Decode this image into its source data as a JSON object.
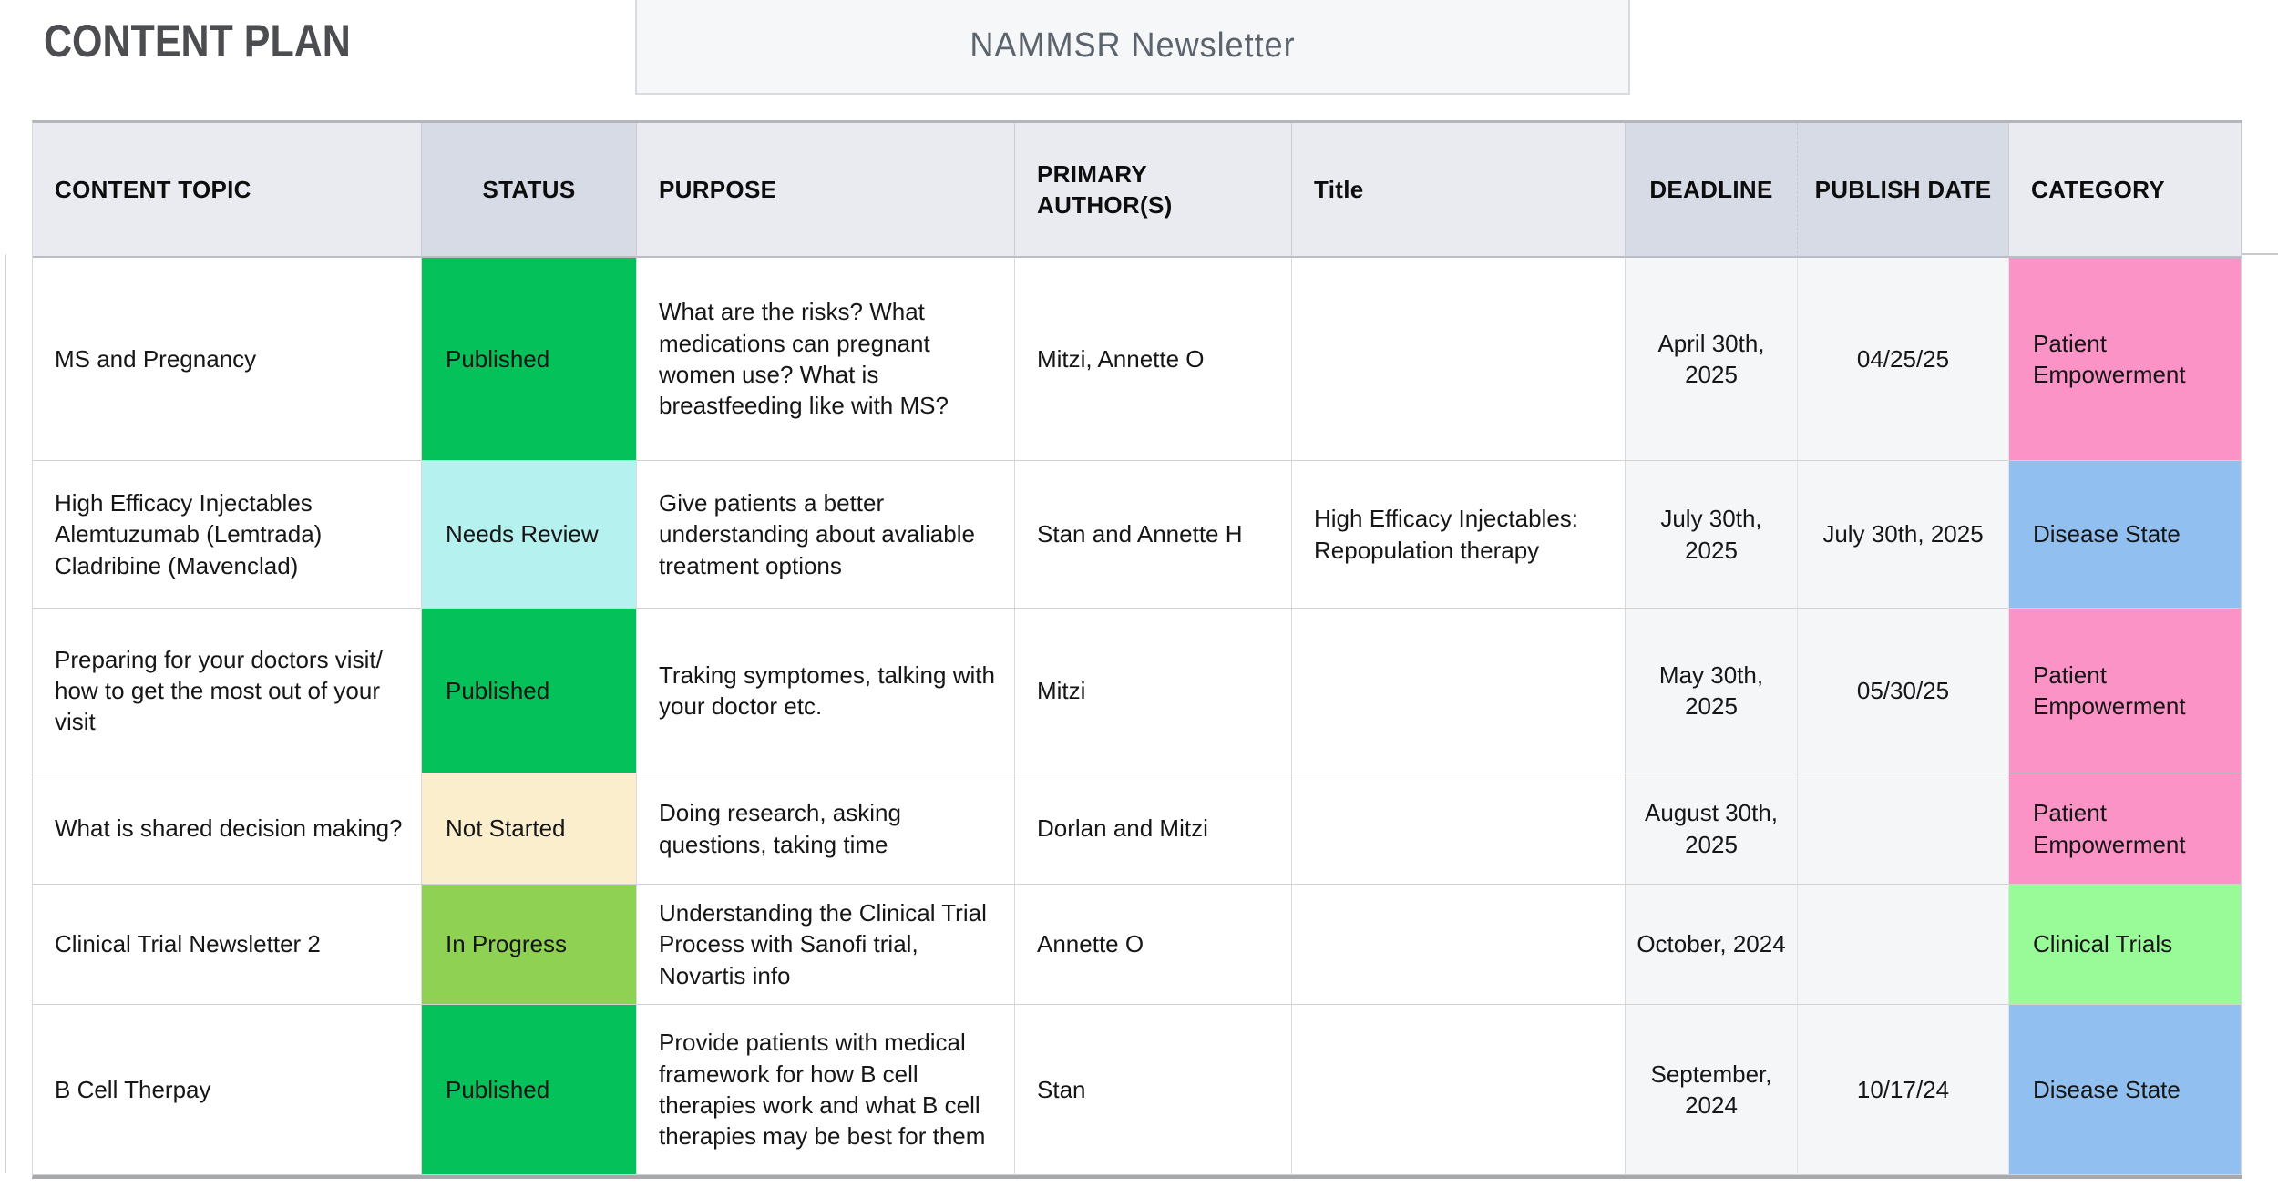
{
  "page": {
    "title": "CONTENT PLAN",
    "newsletter_label": "NAMMSR Newsletter"
  },
  "colors": {
    "header_light": "#e9ebf1",
    "header_dark": "#d6dbe5",
    "date_cell_bg": "#f5f6f8",
    "status_published": "#04c159",
    "status_in_progress": "#8ed153",
    "status_needs_review": "#b5f1ee",
    "status_not_started": "#fbeecd",
    "category_patient_empowerment": "#fc93c6",
    "category_disease_state": "#90bff0",
    "category_clinical_trials": "#98fb98"
  },
  "table": {
    "columns": [
      "CONTENT TOPIC",
      "STATUS",
      "PURPOSE",
      "PRIMARY AUTHOR(S)",
      "Title",
      "DEADLINE",
      "PUBLISH DATE",
      "CATEGORY"
    ],
    "rows": [
      {
        "topic": "MS and Pregnancy",
        "status": "Published",
        "status_color": "#04c159",
        "purpose": "What are the risks? What medications can pregnant women use? What is breastfeeding like with MS?",
        "authors": "Mitzi, Annette O",
        "title": "",
        "deadline": "April 30th, 2025",
        "publish_date": "04/25/25",
        "category": "Patient Empowerment",
        "category_color": "#fc93c6"
      },
      {
        "topic": "High Efficacy Injectables Alemtuzumab (Lemtrada) Cladribine (Mavenclad)",
        "status": "Needs Review",
        "status_color": "#b5f1ee",
        "purpose": "Give patients a better understanding about avaliable treatment options",
        "authors": "Stan and Annette H",
        "title": "High Efficacy Injectables: Repopulation therapy",
        "deadline": "July 30th, 2025",
        "publish_date": "July 30th, 2025",
        "category": "Disease State",
        "category_color": "#90bff0"
      },
      {
        "topic": "Preparing for your doctors visit/ how to get the most out of your visit",
        "status": "Published",
        "status_color": "#04c159",
        "purpose": "Traking symptomes, talking with your doctor etc.",
        "authors": "Mitzi",
        "title": "",
        "deadline": "May 30th, 2025",
        "publish_date": "05/30/25",
        "category": "Patient Empowerment",
        "category_color": "#fc93c6"
      },
      {
        "topic": "What is shared decision making?",
        "status": "Not Started",
        "status_color": "#fbeecd",
        "purpose": "Doing research, asking questions, taking time",
        "authors": "Dorlan and Mitzi",
        "title": "",
        "deadline": "August 30th, 2025",
        "publish_date": "",
        "category": "Patient Empowerment",
        "category_color": "#fc93c6"
      },
      {
        "topic": "Clinical Trial Newsletter 2",
        "status": "In Progress",
        "status_color": "#8ed153",
        "purpose": "Understanding the Clinical Trial Process with Sanofi trial, Novartis info",
        "authors": "Annette O",
        "title": "",
        "deadline": "October, 2024",
        "publish_date": "",
        "category": "Clinical Trials",
        "category_color": "#98fb98"
      },
      {
        "topic": "B Cell Therpay",
        "status": "Published",
        "status_color": "#04c159",
        "purpose": "Provide patients with medical framework for how B cell therapies work and what B cell therapies may be best for them",
        "authors": "Stan",
        "title": "",
        "deadline": "September, 2024",
        "publish_date": "10/17/24",
        "category": "Disease State",
        "category_color": "#90bff0"
      }
    ]
  }
}
